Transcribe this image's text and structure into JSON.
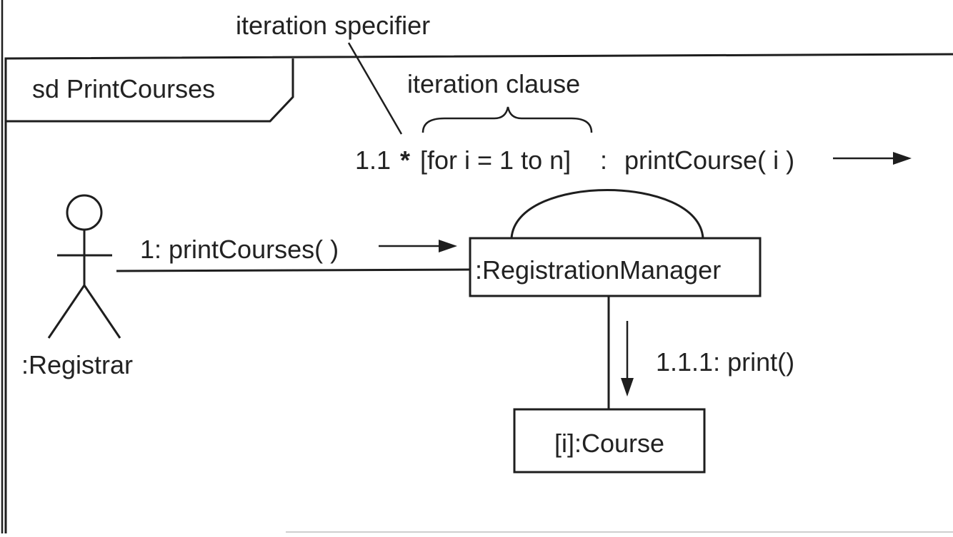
{
  "diagram": {
    "frame_label": "sd PrintCourses",
    "annotations": {
      "iteration_specifier": "iteration specifier",
      "iteration_clause": "iteration clause"
    },
    "iteration_message": {
      "seq": "1.1",
      "star": "*",
      "clause": "[for i = 1 to n]",
      "colon": ":",
      "call": "printCourse( i )"
    },
    "actor": {
      "name": ":Registrar"
    },
    "objects": {
      "manager": ":RegistrationManager",
      "course": "[i]:Course"
    },
    "messages": {
      "m1": "1: printCourses( )",
      "m111": "1.1.1: print()"
    },
    "colors": {
      "ink": "#1e1e1e",
      "text": "#222222",
      "background": "#ffffff"
    }
  }
}
